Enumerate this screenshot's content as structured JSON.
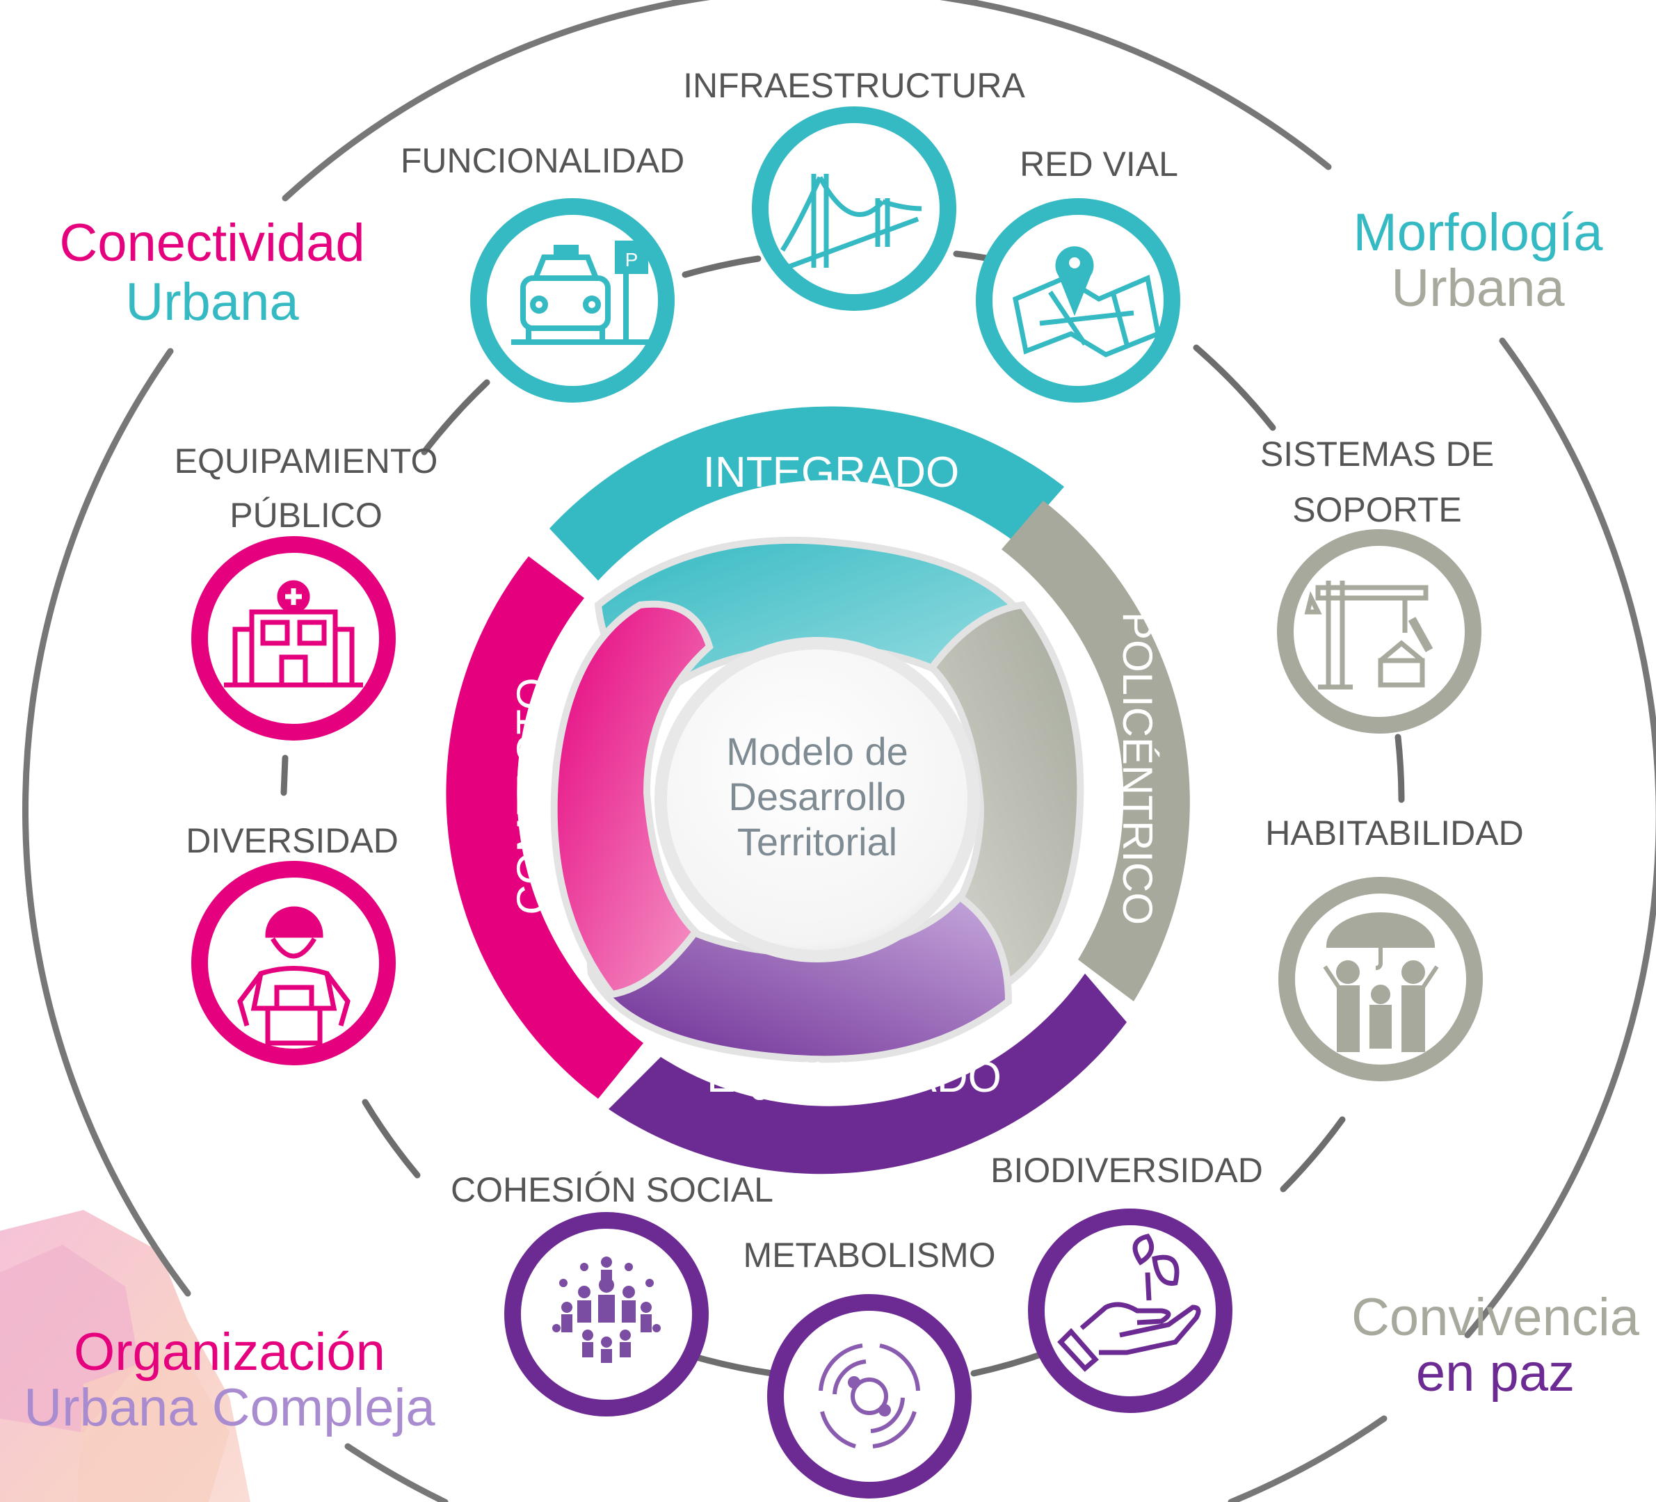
{
  "center": {
    "line1": "Modelo de",
    "line2": "Desarrollo",
    "line3": "Territorial"
  },
  "segments": {
    "top": "INTEGRADO",
    "right": "POLICÉNTRICO",
    "bottom": "EQUILIBRADO",
    "left": "COMPACTO"
  },
  "corners": {
    "top_left": {
      "line1": "Conectividad",
      "line2": "Urbana"
    },
    "top_right": {
      "line1": "Morfología",
      "line2": "Urbana"
    },
    "bottom_left": {
      "line1": "Organización",
      "line2": "Urbana Compleja"
    },
    "bottom_right": {
      "line1": "Convivencia",
      "line2": "en paz"
    }
  },
  "nodes": {
    "funcionalidad": "FUNCIONALIDAD",
    "infraestructura": "INFRAESTRUCTURA",
    "red_vial": "RED VIAL",
    "equipamiento_1": "EQUIPAMIENTO",
    "equipamiento_2": "PÚBLICO",
    "sistemas_1": "SISTEMAS DE",
    "sistemas_2": "SOPORTE",
    "diversidad": "DIVERSIDAD",
    "habitabilidad": "HABITABILIDAD",
    "cohesion": "COHESIÓN SOCIAL",
    "metabolismo": "METABOLISMO",
    "biodiversidad": "BIODIVERSIDAD"
  },
  "icons": {
    "funcionalidad": "taxi-parking-icon",
    "infraestructura": "bridge-icon",
    "red_vial": "map-pin-icon",
    "equipamiento": "hospital-icon",
    "sistemas": "crane-icon",
    "diversidad": "worker-icon",
    "habitabilidad": "family-umbrella-icon",
    "cohesion": "crowd-icon",
    "metabolismo": "cycle-icon",
    "biodiversidad": "plant-hand-icon"
  },
  "colors": {
    "teal": "#35b9c2",
    "magenta": "#e5007e",
    "gray": "#a6a99c",
    "purple": "#6c2a93",
    "ring": "#707070",
    "text": "#555555"
  }
}
